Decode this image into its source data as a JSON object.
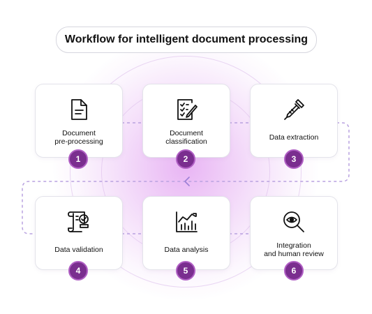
{
  "title": "Workflow for intelligent document processing",
  "colors": {
    "accent": "#7a2e8f",
    "connector": "#b9a2e0"
  },
  "steps": [
    {
      "number": "1",
      "label": "Document\npre-processing",
      "icon": "document-icon"
    },
    {
      "number": "2",
      "label": "Document\nclassification",
      "icon": "checklist-icon"
    },
    {
      "number": "3",
      "label": "Data extraction",
      "icon": "pipette-icon"
    },
    {
      "number": "4",
      "label": "Data validation",
      "icon": "verified-scroll-icon"
    },
    {
      "number": "5",
      "label": "Data analysis",
      "icon": "bar-chart-icon"
    },
    {
      "number": "6",
      "label": "Integration\nand human review",
      "icon": "magnifier-eye-icon"
    }
  ]
}
